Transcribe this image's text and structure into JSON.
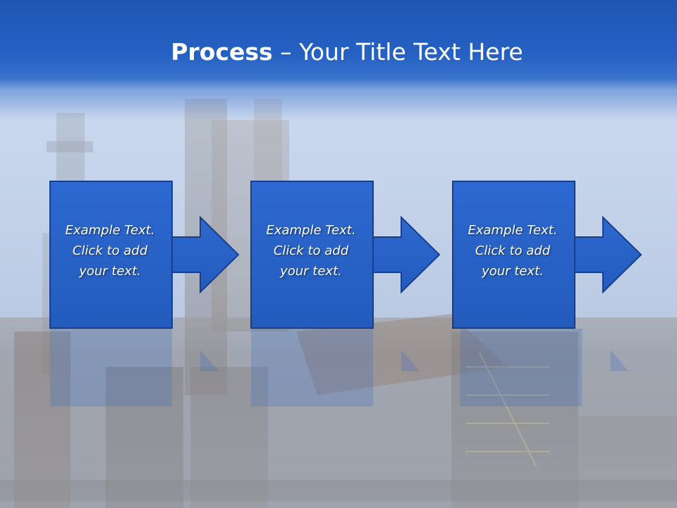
{
  "slide": {
    "title_bold": "Process",
    "title_rest": " – Your Title Text Here"
  },
  "steps": [
    {
      "line1": "Example Text.",
      "line2": "Click  to add",
      "line3": "your text."
    },
    {
      "line1": "Example Text.",
      "line2": "Click  to add",
      "line3": "your text."
    },
    {
      "line1": "Example Text.",
      "line2": "Click  to add",
      "line3": "your text."
    }
  ],
  "colors": {
    "title_bar": "#2561c3",
    "shape_fill": "#2a63c9",
    "shape_stroke": "#1a3f8a",
    "text": "#ffffff"
  },
  "icons": {
    "arrow": "right-arrow-icon"
  }
}
